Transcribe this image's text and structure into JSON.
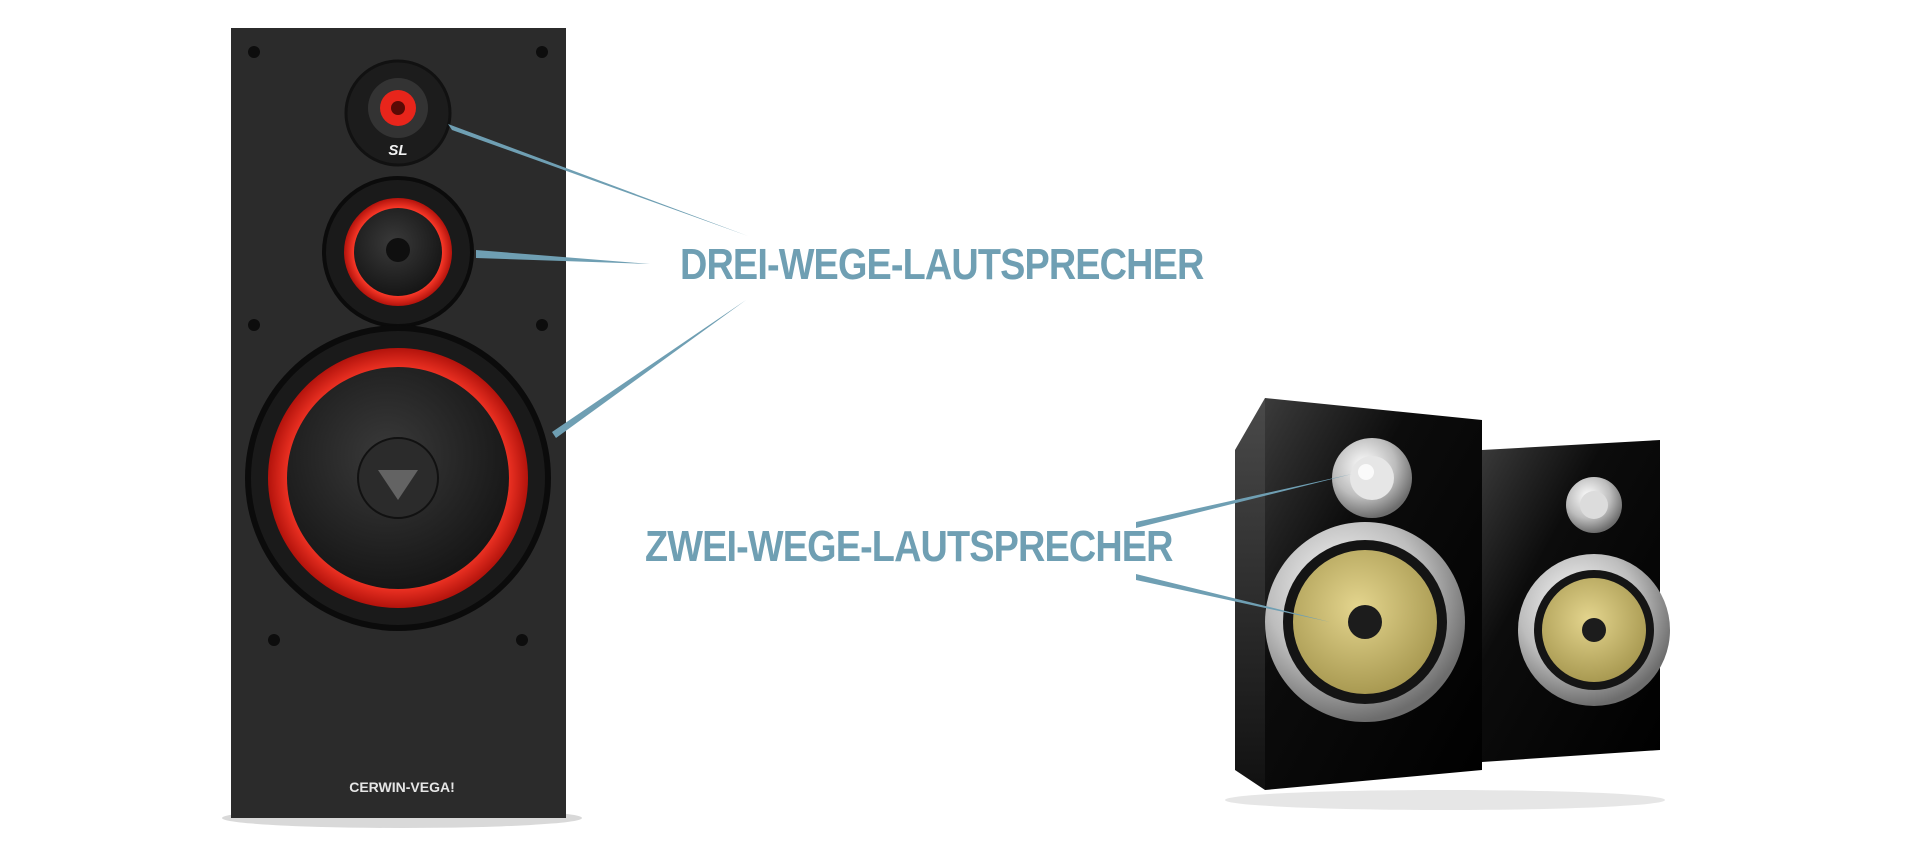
{
  "labels": {
    "three_way": "DREI-WEGE-LAUTSPRECHER",
    "two_way": "ZWEI-WEGE-LAUTSPRECHER"
  },
  "brands": {
    "floor_speaker": "CERWIN-VEGA!",
    "tweeter_badge": "SL"
  },
  "colors": {
    "label": "#6f9fb3",
    "leader_line": "#6f9fb3",
    "cabinet": "#2a2a2a",
    "woofer_ring": "#e8251b",
    "kevlar_cone": "#c9b96a"
  }
}
